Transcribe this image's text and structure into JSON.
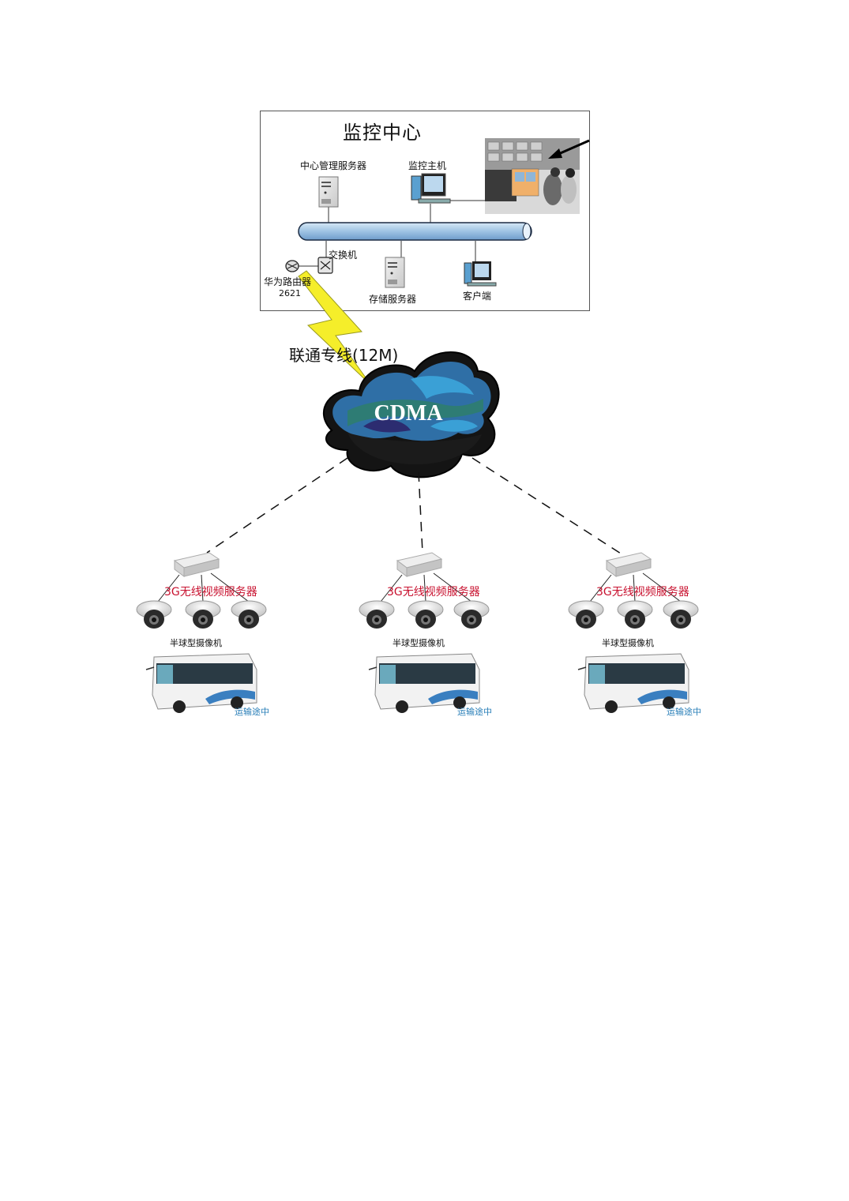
{
  "center": {
    "title": "监控中心",
    "mgmt_server": "中心管理服务器",
    "monitor_host": "监控主机",
    "switch": "交换机",
    "router": "华为路由器",
    "router_model": "2621",
    "storage_server": "存储服务器",
    "client": "客户端"
  },
  "link": {
    "label": "联通专线(12M)"
  },
  "network": {
    "label": "CDMA"
  },
  "sites": [
    {
      "server_label": "3G无线视频服务器",
      "camera_label": "半球型摄像机",
      "bus_label": "运输途中"
    },
    {
      "server_label": "3G无线视频服务器",
      "camera_label": "半球型摄像机",
      "bus_label": "运输途中"
    },
    {
      "server_label": "3G无线视频服务器",
      "camera_label": "半球型摄像机",
      "bus_label": "运输途中"
    }
  ],
  "colors": {
    "backbone": "#a9cbe8",
    "lightning": "#f5ee2a",
    "server_label": "#c8102e",
    "bus_label": "#2a7fb8",
    "cloud_dark": "#141414",
    "cloud_blue": "#2f7fb5"
  }
}
